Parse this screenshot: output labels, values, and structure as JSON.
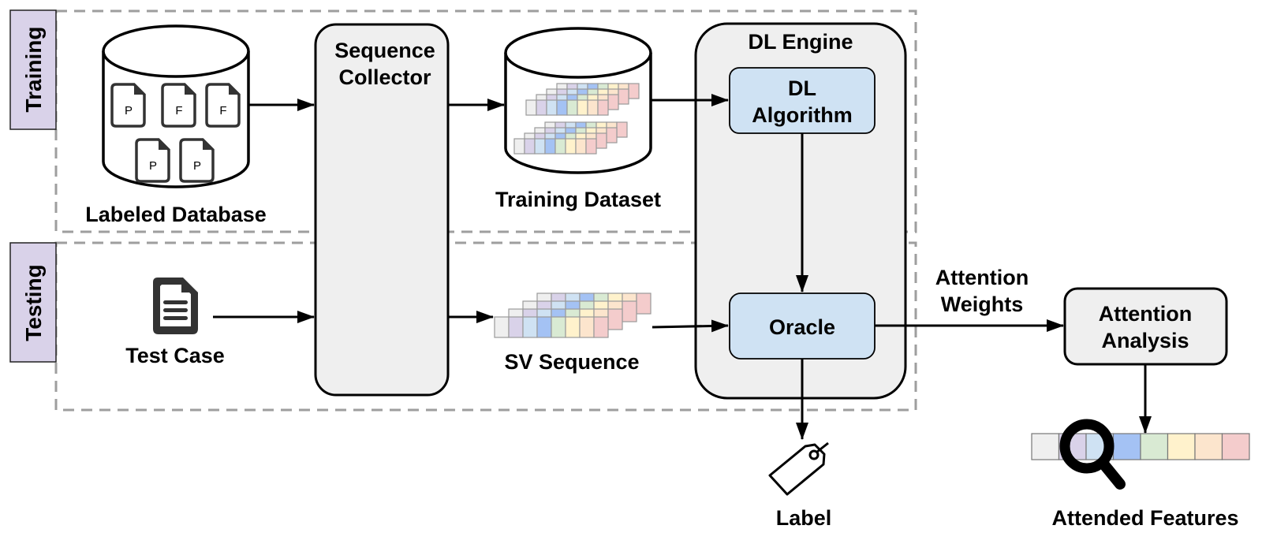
{
  "phases": {
    "training": "Training",
    "testing": "Testing"
  },
  "nodes": {
    "labeled_database": {
      "label": "Labeled Database",
      "documents": [
        "P",
        "F",
        "F",
        "P",
        "P"
      ]
    },
    "sequence_collector": {
      "line1": "Sequence",
      "line2": "Collector"
    },
    "training_dataset": {
      "label": "Training Dataset"
    },
    "dl_engine": {
      "title": "DL Engine"
    },
    "dl_algorithm": {
      "line1": "DL",
      "line2": "Algorithm"
    },
    "oracle": {
      "label": "Oracle"
    },
    "test_case": {
      "label": "Test Case"
    },
    "sv_sequence": {
      "label": "SV Sequence"
    },
    "attention_analysis": {
      "line1": "Attention",
      "line2": "Analysis"
    },
    "label_output": {
      "label": "Label"
    },
    "attended_features": {
      "label": "Attended Features"
    }
  },
  "edges": {
    "attention_weights": {
      "line1": "Attention",
      "line2": "Weights"
    }
  },
  "colors": {
    "phase_tag": "#d9d2e9",
    "container_fill": "#efefef",
    "model_fill": "#cfe2f3",
    "dashed_border": "#9e9e9e",
    "feature_cells": [
      "#efefef",
      "#d9d2e9",
      "#cfe2f3",
      "#a4c2f4",
      "#d9ead3",
      "#fff2cc",
      "#fce5cd",
      "#f4cccc"
    ]
  }
}
